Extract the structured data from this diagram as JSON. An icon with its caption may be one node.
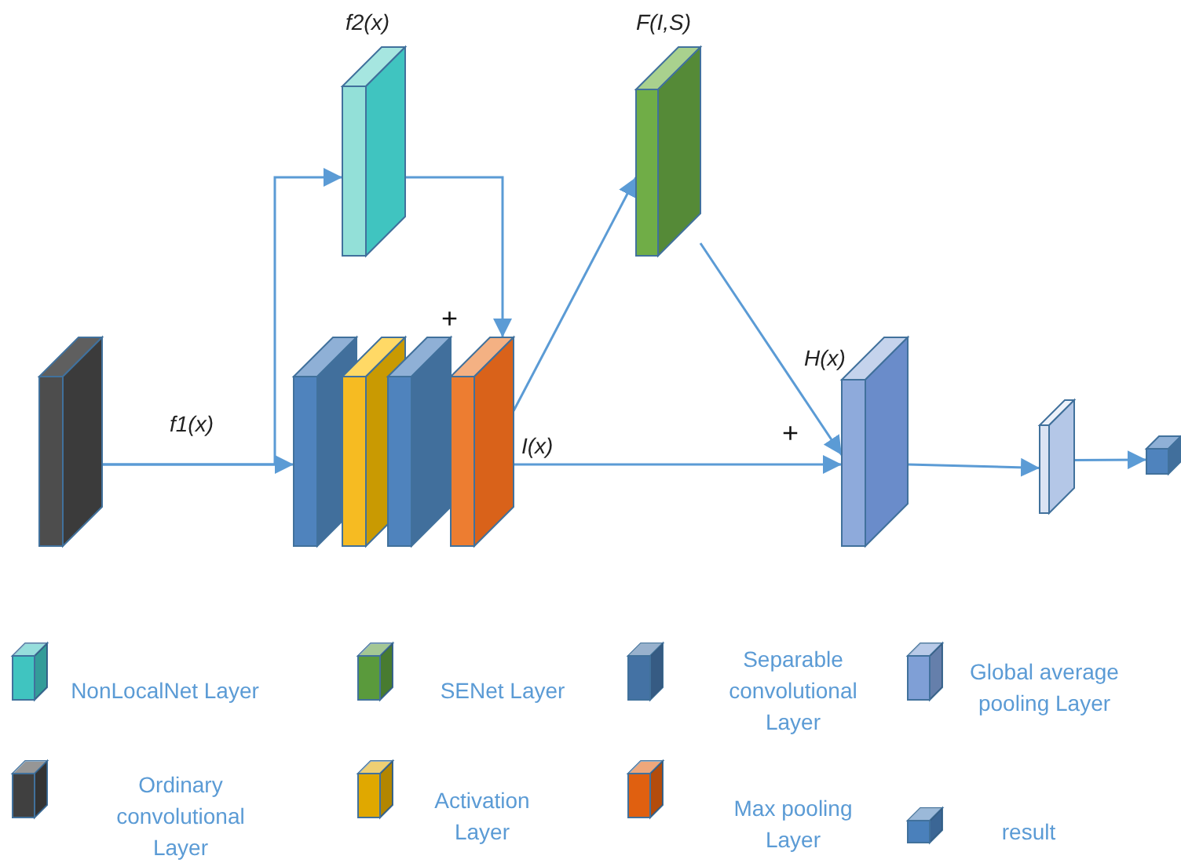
{
  "diagram": {
    "nodes": [
      {
        "text": [],
        "shape": "box"
      },
      {
        "text": [],
        "shape": "box"
      },
      {
        "text": [],
        "shape": "box"
      },
      {
        "text": [],
        "shape": "box"
      },
      {
        "text": [],
        "shape": "box"
      },
      {
        "text": [],
        "shape": "box",
        "beside": [
          "f2(x)"
        ]
      },
      {
        "text": [],
        "shape": "box",
        "beside": [
          "F(I,S)"
        ]
      },
      {
        "text": [],
        "shape": "box",
        "beside": [
          "H(x)"
        ]
      },
      {
        "text": [],
        "shape": "box"
      },
      {
        "text": [],
        "shape": "box"
      }
    ],
    "edges": [
      {
        "from": 0,
        "to": 1,
        "arrow": "to",
        "label": "f1(x)"
      },
      {
        "from": 0,
        "to": 5,
        "arrow": "to"
      },
      {
        "from": 5,
        "to": 4,
        "arrow": "to"
      },
      {
        "from": 4,
        "to": 6,
        "arrow": "to"
      },
      {
        "from": 4,
        "to": 7,
        "arrow": "to",
        "label": "I(x)"
      },
      {
        "from": 6,
        "to": 7,
        "arrow": "to"
      },
      {
        "from": 7,
        "to": 8,
        "arrow": "to"
      },
      {
        "from": 8,
        "to": 9,
        "arrow": "to"
      }
    ],
    "labels": [
      "+",
      "+"
    ],
    "legend": [
      {
        "text": "NonLocalNet Layer",
        "color": "#40c4c0"
      },
      {
        "text": "SENet Layer",
        "color": "#5a9a3c"
      },
      {
        "text": "Separable convolutional Layer",
        "color": "#4472a4"
      },
      {
        "text": "Global average pooling Layer",
        "color": "#7f9fd6"
      },
      {
        "text": "Ordinary convolutional Layer",
        "color": "#404040"
      },
      {
        "text": "Activation Layer",
        "color": "#e0a800"
      },
      {
        "text": "Max pooling Layer",
        "color": "#e06010"
      },
      {
        "text": "result",
        "color": "#4a80bb"
      }
    ]
  }
}
